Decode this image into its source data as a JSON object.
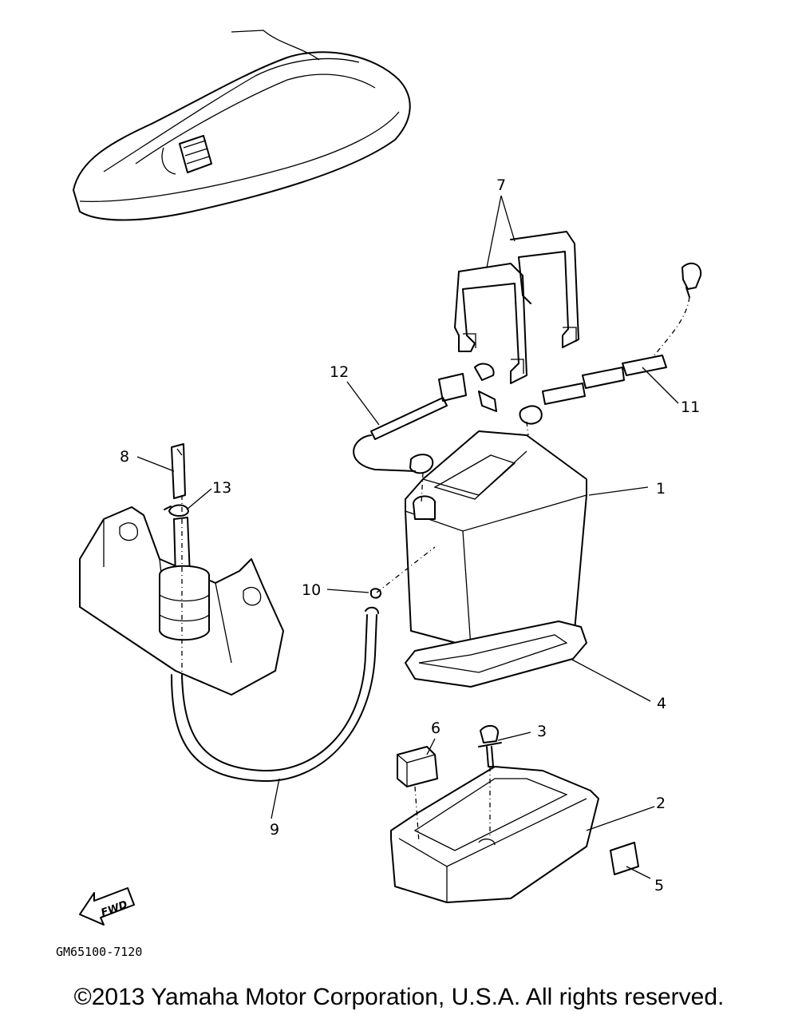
{
  "callouts": [
    "1",
    "2",
    "3",
    "4",
    "5",
    "6",
    "7",
    "8",
    "9",
    "10",
    "11",
    "12",
    "13"
  ],
  "fwd_label": "FWD",
  "drawing_code": "GM65100-7120",
  "copyright": "©2013 Yamaha Motor Corporation, U.S.A. All rights reserved."
}
